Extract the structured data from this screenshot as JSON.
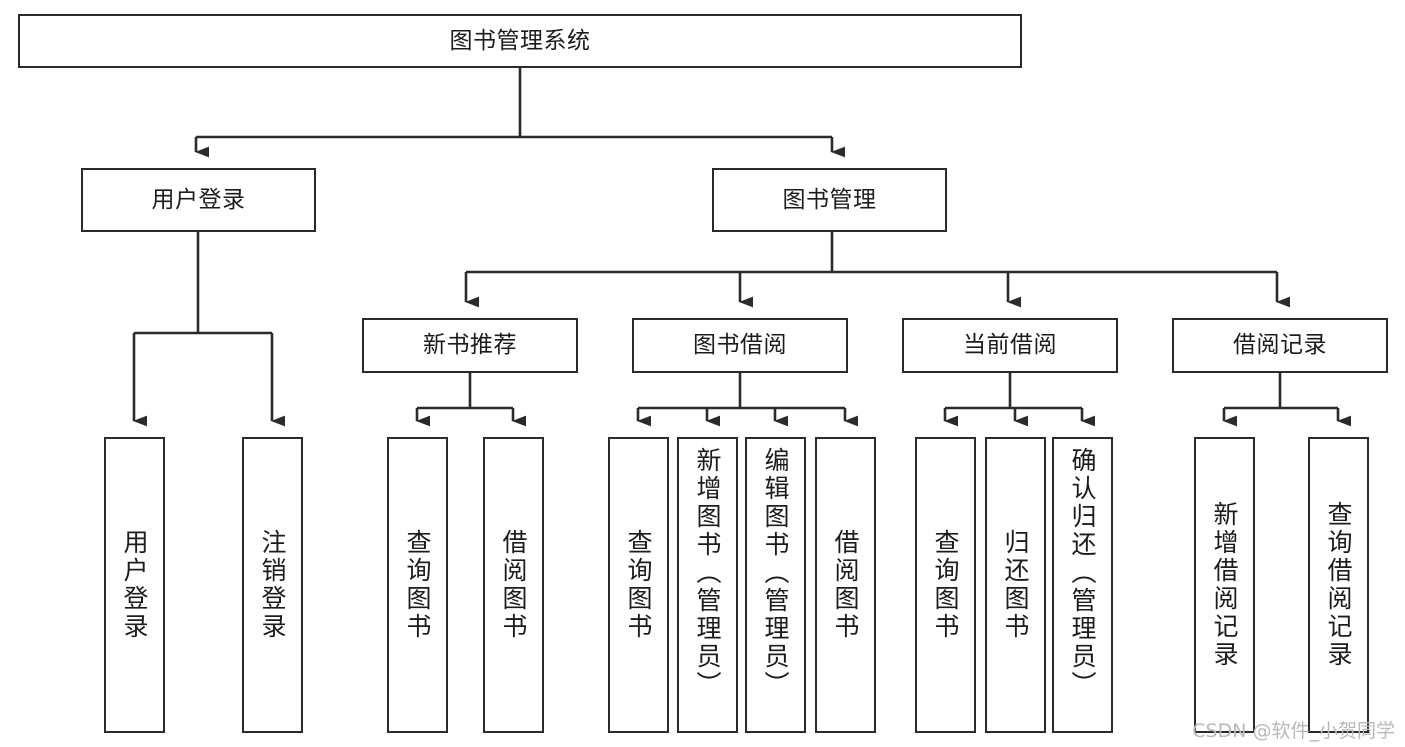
{
  "diagram": {
    "title": "图书管理系统",
    "type": "hierarchy-tree",
    "root": {
      "id": "root",
      "label": "图书管理系统",
      "orientation": "horizontal"
    },
    "level2": [
      {
        "id": "user-login",
        "label": "用户登录",
        "orientation": "horizontal"
      },
      {
        "id": "book-management",
        "label": "图书管理",
        "orientation": "horizontal"
      }
    ],
    "level3": [
      {
        "id": "new-book-recommend",
        "label": "新书推荐",
        "orientation": "horizontal",
        "parent": "book-management"
      },
      {
        "id": "book-borrow",
        "label": "图书借阅",
        "orientation": "horizontal",
        "parent": "book-management"
      },
      {
        "id": "current-borrow",
        "label": "当前借阅",
        "orientation": "horizontal",
        "parent": "book-management"
      },
      {
        "id": "borrow-record",
        "label": "借阅记录",
        "orientation": "horizontal",
        "parent": "book-management"
      }
    ],
    "leaves": [
      {
        "id": "leaf-user-login",
        "label": "用户登录",
        "parent": "user-login"
      },
      {
        "id": "leaf-user-logout",
        "label": "注销登录",
        "parent": "user-login"
      },
      {
        "id": "leaf-query-book-1",
        "label": "查询图书",
        "parent": "new-book-recommend"
      },
      {
        "id": "leaf-borrow-book-1",
        "label": "借阅图书",
        "parent": "new-book-recommend"
      },
      {
        "id": "leaf-query-book-2",
        "label": "查询图书",
        "parent": "book-borrow"
      },
      {
        "id": "leaf-add-book",
        "label": "新增图书（管理员）",
        "parent": "book-borrow"
      },
      {
        "id": "leaf-edit-book",
        "label": "编辑图书（管理员）",
        "parent": "book-borrow"
      },
      {
        "id": "leaf-borrow-book-2",
        "label": "借阅图书",
        "parent": "book-borrow"
      },
      {
        "id": "leaf-query-book-3",
        "label": "查询图书",
        "parent": "current-borrow"
      },
      {
        "id": "leaf-return-book",
        "label": "归还图书",
        "parent": "current-borrow"
      },
      {
        "id": "leaf-confirm-return",
        "label": "确认归还（管理员）",
        "parent": "current-borrow"
      },
      {
        "id": "leaf-add-record",
        "label": "新增借阅记录",
        "parent": "borrow-record"
      },
      {
        "id": "leaf-query-record",
        "label": "查询借阅记录",
        "parent": "borrow-record"
      }
    ],
    "colors": {
      "stroke": "#2b2b2b",
      "fill": "#ffffff",
      "text": "#1c1c1c",
      "watermark": "#b9b9b9"
    }
  },
  "watermark": {
    "text": "CSDN @软件_小贺同学"
  }
}
